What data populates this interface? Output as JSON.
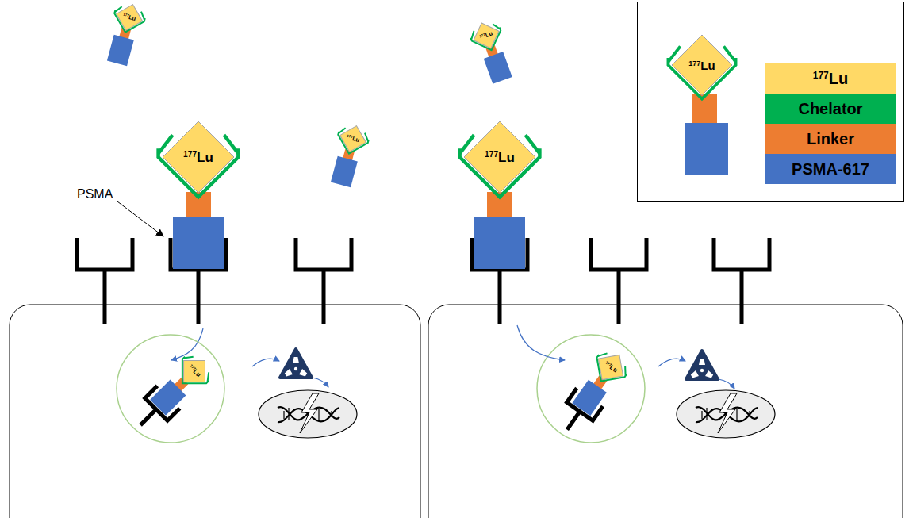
{
  "diagram": {
    "nodes": [
      {
        "text": [
          "177Lu"
        ]
      },
      {
        "text": [
          "177Lu"
        ]
      },
      {
        "text": [
          "177Lu"
        ]
      },
      {
        "text": [
          "177Lu"
        ]
      },
      {
        "text": [
          "177Lu"
        ]
      },
      {
        "text": [
          "177Lu"
        ]
      },
      {
        "text": [
          "177Lu"
        ]
      },
      {
        "text": [
          "177Lu"
        ]
      }
    ],
    "labels": [
      "PSMA"
    ],
    "legend": [
      {
        "text": "177Lu",
        "color": "#FFD966"
      },
      {
        "text": "Chelator",
        "color": "#00B050"
      },
      {
        "text": "Linker",
        "color": "#ED7D31"
      },
      {
        "text": "PSMA-617",
        "color": "#4472C4"
      }
    ]
  }
}
